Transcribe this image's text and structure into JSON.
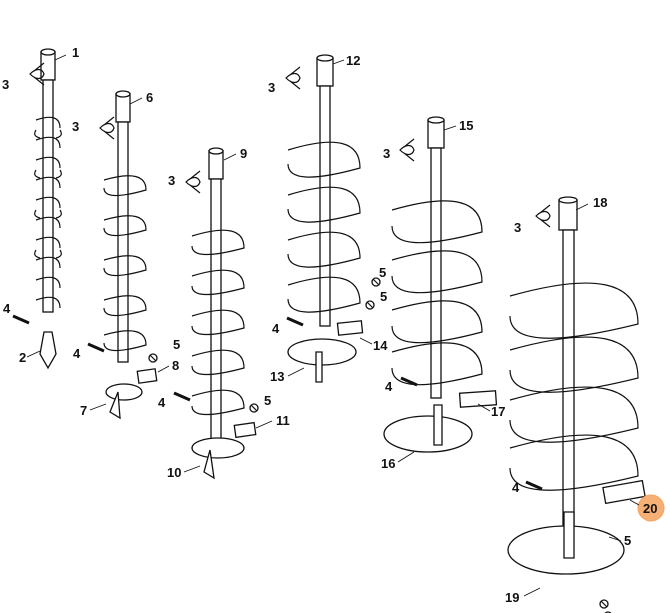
{
  "diagram": {
    "highlight_color": "#f5a25d",
    "labels": {
      "l1": "1",
      "l2": "2",
      "l3a": "3",
      "l4a": "4",
      "l6": "6",
      "l3b": "3",
      "l4b": "4",
      "l5a": "5",
      "l7": "7",
      "l8": "8",
      "l9": "9",
      "l3c": "3",
      "l4c": "4",
      "l5b": "5",
      "l10": "10",
      "l11": "11",
      "l12": "12",
      "l3d": "3",
      "l4d": "4",
      "l5c": "5",
      "l13": "13",
      "l14": "14",
      "l15": "15",
      "l3e": "3",
      "l4e": "4",
      "l5d": "5",
      "l16": "16",
      "l17": "17",
      "l18": "18",
      "l3f": "3",
      "l4f": "4",
      "l5e": "5",
      "l19": "19",
      "l20": "20"
    }
  }
}
